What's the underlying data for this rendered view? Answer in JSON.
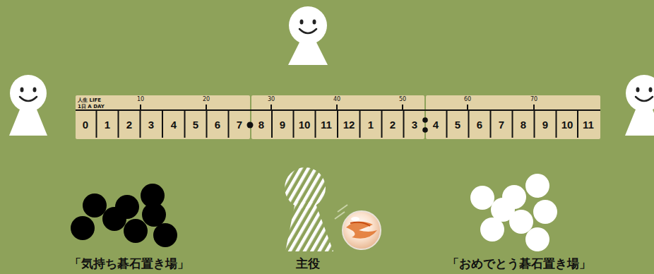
{
  "diagram": {
    "nodes": [
      {
        "text": [
          "人生 LIFE",
          "1日 A DAY",
          "10",
          "20",
          "30",
          "40",
          "50",
          "60",
          "70",
          "0",
          "1",
          "2",
          "3",
          "4",
          "5",
          "6",
          "7",
          "8",
          "9",
          "10",
          "11",
          "12",
          "1",
          "2",
          "3",
          "4",
          "5",
          "6",
          "7",
          "8",
          "9",
          "10",
          "11"
        ]
      }
    ],
    "labels": [
      "「気持ち碁石置き場」",
      "主役",
      "「おめでとう碁石置き場」"
    ]
  }
}
